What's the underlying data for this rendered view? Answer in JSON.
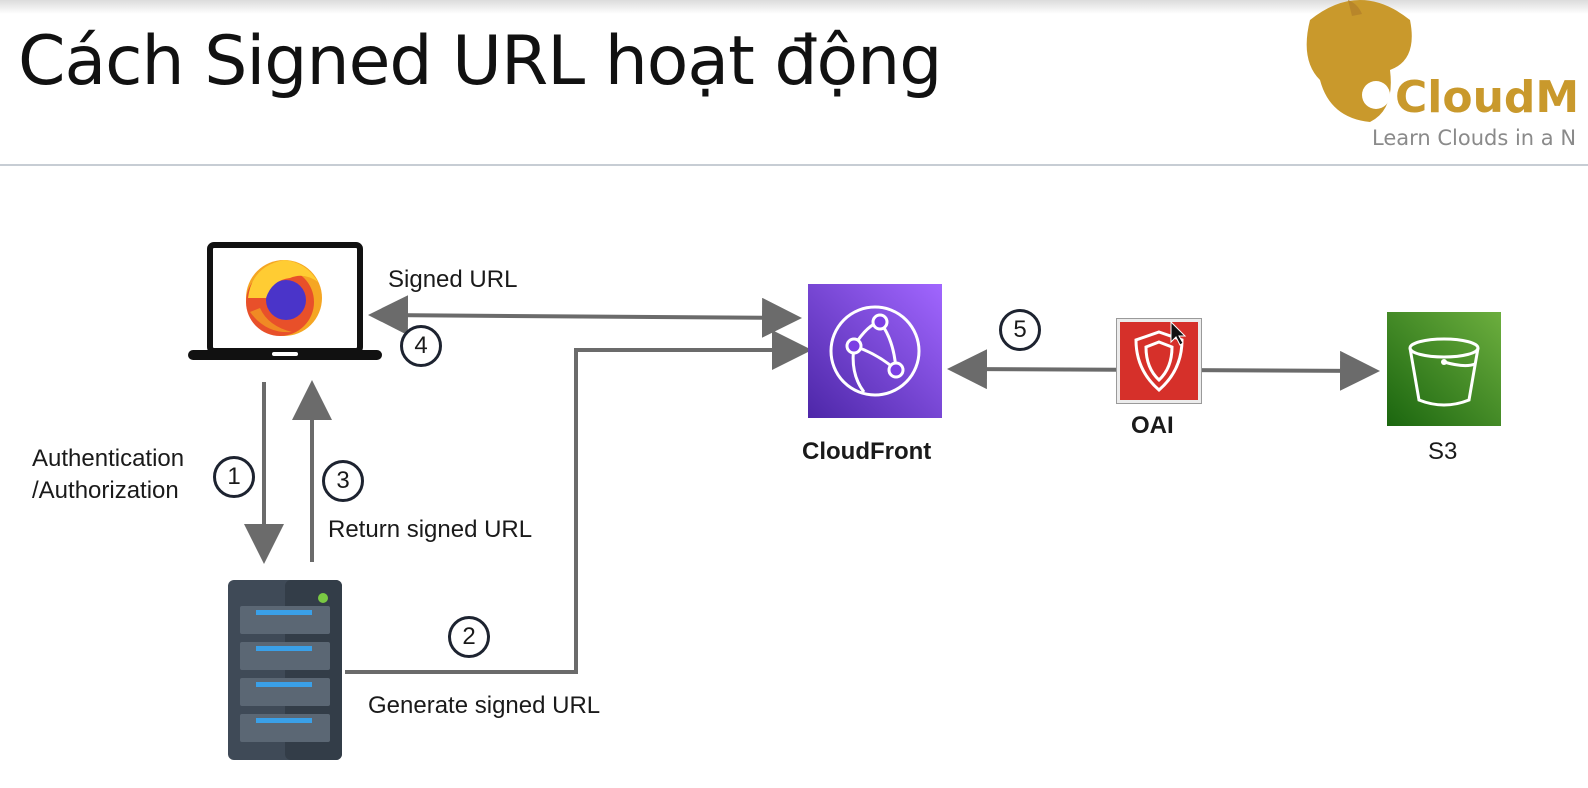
{
  "slide": {
    "title": "Cách Signed URL hoạt động"
  },
  "logo": {
    "name": "CloudM",
    "tagline": "Learn Clouds in a N"
  },
  "diagram": {
    "labels": {
      "signed_url": "Signed URL",
      "auth_line1": "Authentication",
      "auth_line2": "/Authorization",
      "return_signed_url": "Return signed URL",
      "generate_signed_url": "Generate signed URL"
    },
    "nodes": {
      "cloudfront": "CloudFront",
      "oai": "OAI",
      "s3": "S3"
    },
    "steps": [
      "1",
      "2",
      "3",
      "4",
      "5"
    ],
    "icons": {
      "browser": "laptop-firefox-icon",
      "server": "server-icon",
      "cloudfront": "cloudfront-icon",
      "oai": "oai-shield-icon",
      "s3": "s3-bucket-icon"
    },
    "colors": {
      "cloudfront_purple": "#7b3fe4",
      "oai_red": "#d6302a",
      "s3_green": "#3f8624",
      "arrow_gray": "#6b6b6b",
      "logo_gold": "#c9992c"
    }
  }
}
